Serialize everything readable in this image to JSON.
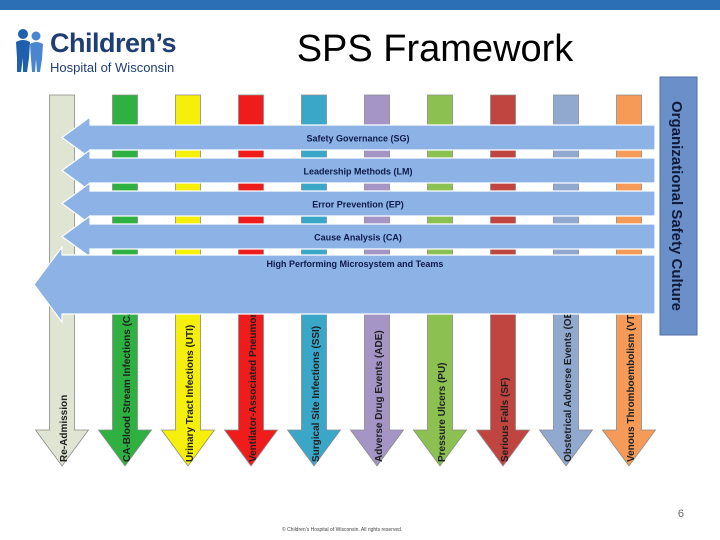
{
  "logo": {
    "line1": "Children’s",
    "line2": "Hospital of Wisconsin"
  },
  "title": "SPS Framework",
  "culture_label": "Organizational Safety Culture",
  "bars": [
    {
      "label": "Safety Governance (SG)"
    },
    {
      "label": "Leadership Methods (LM)"
    },
    {
      "label": "Error Prevention (EP)"
    },
    {
      "label": "Cause Analysis (CA)"
    },
    {
      "label": "High Performing Microsystem and Teams"
    }
  ],
  "columns": [
    {
      "label": "Re-Admission",
      "color": "#dfe5d2"
    },
    {
      "label": "CA-Blood Stream Infections (CA-B",
      "color": "#2eb140"
    },
    {
      "label": "Urinary Tract Infections (UTI)",
      "color": "#f5ef0a"
    },
    {
      "label": "Ventilator-Associated Pneumonia",
      "color": "#f01c1c"
    },
    {
      "label": "Surgical Site Infections (SSI)",
      "color": "#3ba7c8"
    },
    {
      "label": "Adverse Drug Events (ADE)",
      "color": "#a595c6"
    },
    {
      "label": "Pressure Ulcers (PU)",
      "color": "#8cc151"
    },
    {
      "label": "Serious Falls (SF)",
      "color": "#c0443f"
    },
    {
      "label": "Obstetrical Adverse Events (OBAE",
      "color": "#91a9cf"
    },
    {
      "label": "Venous Thromboembolism (VTE)",
      "color": "#f59b57"
    }
  ],
  "colors": {
    "bar": "#8cb2e6",
    "culture": "#6b8fc9",
    "topbar": "#2c6fb5"
  },
  "footer": {
    "page": "6",
    "copyright": "© Children’s Hospital of Wisconsin. All rights reserved."
  }
}
